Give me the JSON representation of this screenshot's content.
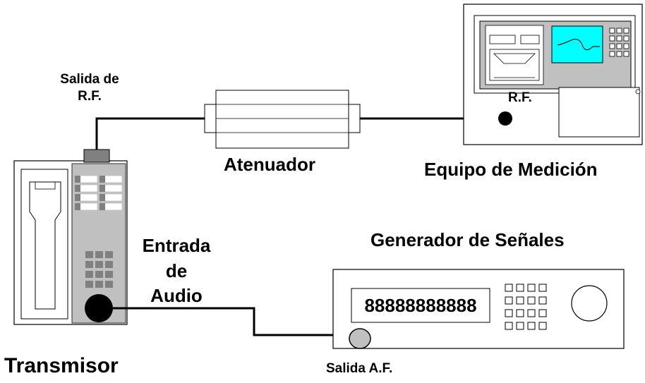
{
  "labels": {
    "rf_output": "Salida de\nR.F.",
    "attenuator": "Atenuador",
    "measurement_equipment": "Equipo de Medición",
    "rf_input": "R.F.",
    "signal_generator": "Generador de Señales",
    "audio_input_line1": "Entrada",
    "audio_input_line2": "de",
    "audio_input_line3": "Audio",
    "transmitter": "Transmisor",
    "af_output": "Salida A.F.",
    "generator_display": "88888888888"
  },
  "colors": {
    "stroke": "#000000",
    "device_gray": "#c0c0c0",
    "screen_cyan": "#00ffff",
    "connector_gray": "#808080"
  }
}
